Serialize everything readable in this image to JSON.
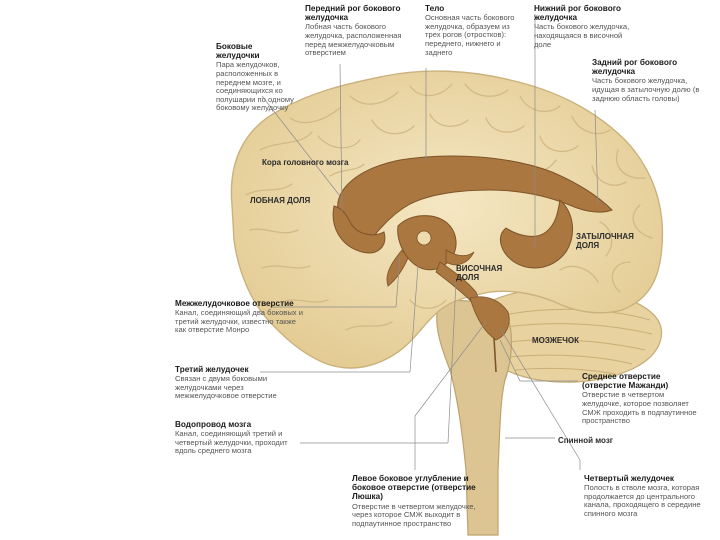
{
  "lobe_labels": {
    "cortex": "Кора головного мозга",
    "frontal": "ЛОБНАЯ ДОЛЯ",
    "occipital": "ЗАТЫЛОЧНАЯ ДОЛЯ",
    "temporal": "ВИСОЧНАЯ ДОЛЯ",
    "cerebellum": "МОЗЖЕЧОК",
    "spinal": "Спинной мозг"
  },
  "annotations": {
    "lateral_ventricles": {
      "title": "Боковые желудочки",
      "text": "Пара желудочков, расположенных в переднем мозге, и соединяющихся ко полушарии по одному боковому желудочку"
    },
    "anterior_horn": {
      "title": "Передний рог бокового желудочка",
      "text": "Лобная часть бокового желудочка, расположенная перед межжелудочковым отверстием"
    },
    "body": {
      "title": "Тело",
      "text": "Основная часть бокового желудочка, образуем из трех рогов (отростков): переднего, нижнего и заднего"
    },
    "inferior_horn": {
      "title": "Нижний рог бокового желудочка",
      "text": "Часть бокового желудочка, находящаяся в височной доле"
    },
    "posterior_horn": {
      "title": "Задний рог бокового желудочка",
      "text": "Часть бокового желудочка, идущая в затылочную долю (в заднюю область головы)"
    },
    "interventricular_foramen": {
      "title": "Межжелудочковое отверстие",
      "text": "Канал, соединяющий два боковых и третий желудочки, известно также как отверстие Монро"
    },
    "third_ventricle": {
      "title": "Третий желудочек",
      "text": "Связан с двумя боковыми желудочками через межжелудочковое отверстие"
    },
    "aqueduct": {
      "title": "Водопровод мозга",
      "text": "Канал, соединяющий третий и четвертый желудочки, проходит вдоль среднего мозга"
    },
    "median_aperture": {
      "title": "Среднее отверстие (отверстие Мажанди)",
      "text": "Отверстие в четвертом желудочке, которое позволяет СМЖ проходить в подпаутинное пространство"
    },
    "lateral_recess": {
      "title": "Левое боковое углубление и боковое отверстие (отверстие Люшка)",
      "text": "Отверстие в четвертом желудочке, через которое СМЖ выходит в подпаутинное пространство"
    },
    "fourth_ventricle": {
      "title": "Четвертый желудочек",
      "text": "Полость в стволе мозга, которая продолжается до центрального канала, проходящего в середине спинного мозга"
    }
  },
  "colors": {
    "brain_fill": "#efdcae",
    "brain_stroke": "#cfb783",
    "ventricle_fill": "#a9773f",
    "ventricle_stroke": "#7e5428",
    "brainstem_fill": "#dcc592",
    "leader_line": "#8c8c8c"
  }
}
